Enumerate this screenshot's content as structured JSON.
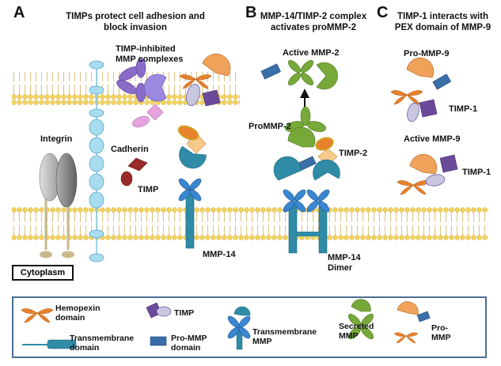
{
  "panels": {
    "a": {
      "letter": "A",
      "title_line1": "TIMPs protect cell adhesion and",
      "title_line2": "block invasion"
    },
    "b": {
      "letter": "B",
      "title_line1": "MMP-14/TIMP-2 complex",
      "title_line2": "activates proMMP-2"
    },
    "c": {
      "letter": "C",
      "title_line1": "TIMP-1 interacts with",
      "title_line2": "PEX domain of MMP-9"
    }
  },
  "labels": {
    "timp_inhibited_line1": "TIMP-inhibited",
    "timp_inhibited_line2": "MMP complexes",
    "integrin": "Integrin",
    "cadherin": "Cadherin",
    "timp": "TIMP",
    "mmp14": "MMP-14",
    "cytoplasm": "Cytoplasm",
    "active_mmp2": "Active MMP-2",
    "prommp2": "ProMMP-2",
    "timp2": "TIMP-2",
    "mmp14_dimer_line1": "MMP-14",
    "mmp14_dimer_line2": "Dimer",
    "pro_mmp9": "Pro-MMP-9",
    "timp1_top": "TIMP-1",
    "active_mmp9": "Active MMP-9",
    "timp1_bottom": "TIMP-1"
  },
  "legend": {
    "hemopexin_line1": "Hemopexin",
    "hemopexin_line2": "domain",
    "timp": "TIMP",
    "transmembrane_mmp_line1": "Transmembrane",
    "transmembrane_mmp_line2": "MMP",
    "secreted_line1": "Secreted",
    "secreted_line2": "MMP",
    "pro_mmp_right_line1": "Pro-",
    "pro_mmp_right_line2": "MMP",
    "transmembrane_domain_line1": "Transmembrane",
    "transmembrane_domain_line2": "domain",
    "prommp_domain_line1": "Pro-MMP",
    "prommp_domain_line2": "domain"
  },
  "colors": {
    "membrane_head": "#f2d25a",
    "hemopexin": "#e8812c",
    "timp": "#7b5ca8",
    "catalytic_orange": "#f0a25a",
    "prodomain_blue": "#3a6ea8",
    "mmp14_teal": "#2f8ba6",
    "mmp14_cross": "#3a86d0",
    "secreted_green": "#76a83a",
    "cadherin": "#a8dcef",
    "timp_red": "#9a2a2a",
    "legend_border": "#4a6f93"
  }
}
